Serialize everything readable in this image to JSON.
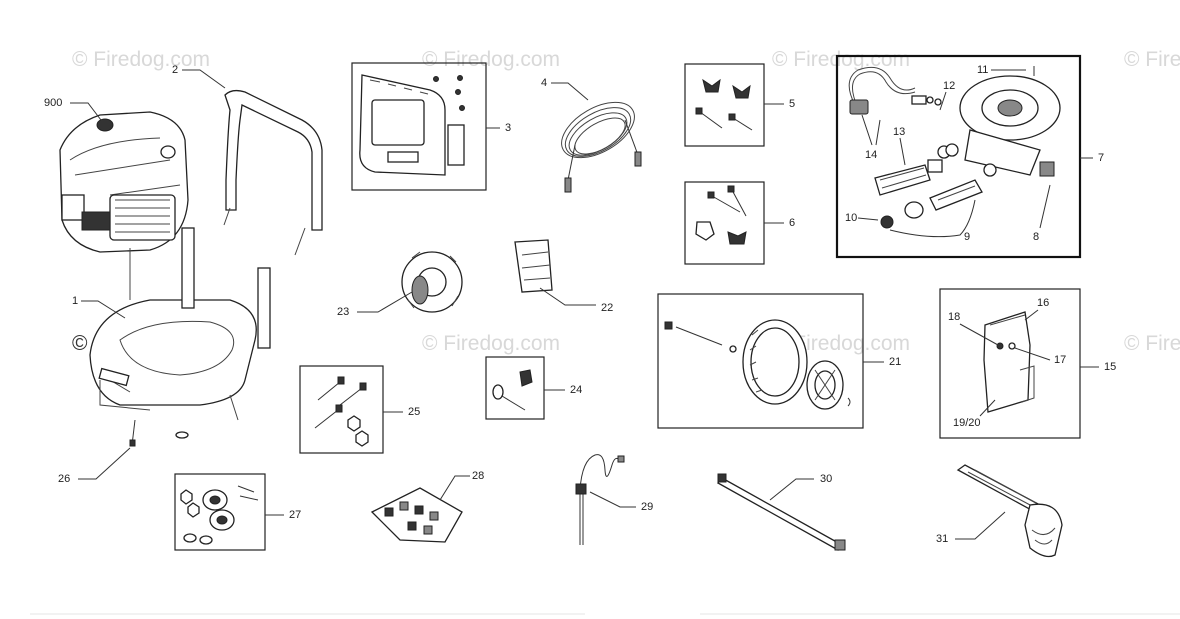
{
  "watermark": "© Firedog.com",
  "parts": {
    "p1": "1",
    "p2": "2",
    "p3": "3",
    "p4": "4",
    "p5": "5",
    "p6": "6",
    "p7": "7",
    "p8": "8",
    "p9": "9",
    "p10": "10",
    "p11": "11",
    "p12": "12",
    "p13": "13",
    "p14": "14",
    "p15": "15",
    "p16": "16",
    "p17": "17",
    "p18": "18",
    "p19_20": "19/20",
    "p21": "21",
    "p22": "22",
    "p23": "23",
    "p24": "24",
    "p25": "25",
    "p26": "26",
    "p27": "27",
    "p28": "28",
    "p29": "29",
    "p30": "30",
    "p31": "31",
    "p900": "900"
  }
}
